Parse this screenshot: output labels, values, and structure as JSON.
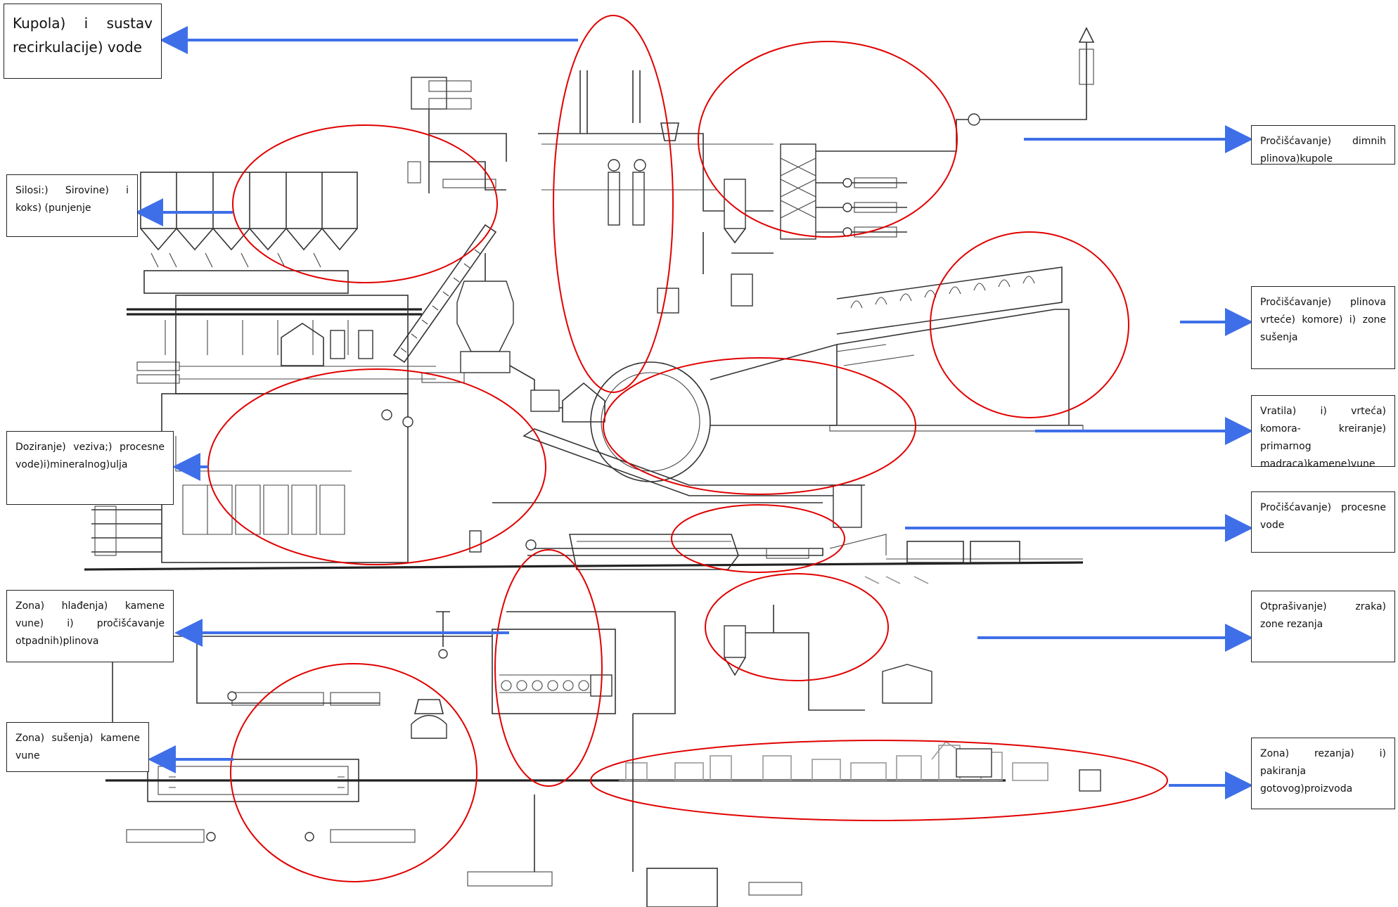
{
  "colors": {
    "arrow": "#3f6fe8",
    "highlight": "#e10000",
    "ink": "#333333"
  },
  "callouts": {
    "cupola": "Kupola) i sustav recirkulacije) vode",
    "silos": "Silosi:) Sirovine) i koks) (punjenje",
    "binder": "Doziranje) veziva;) procesne vode)i)mineralnog)ulja",
    "cooling": "Zona) hlađenja) kamene vune) i) pročišćavanje otpadnih)plinova",
    "drying": "Zona) sušenja) kamene vune",
    "flue_gas": "Pročišćavanje) dimnih plinova)kupole",
    "rotary_chamber": "Pročišćavanje) plinova vrteće) komore) i) zone sušenja",
    "spinner": "Vratila) i) vrteća) komora- kreiranje) primarnog madraca)kamene)vune",
    "process_water": "Pročišćavanje) procesne vode",
    "dedusting": "Otprašivanje) zraka) zone rezanja",
    "packing": "Zona) rezanja) i) pakiranja gotovog)proizvoda"
  }
}
